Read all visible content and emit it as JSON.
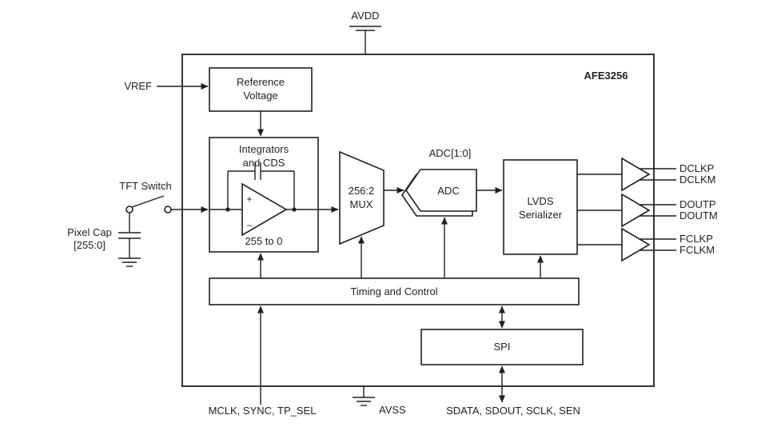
{
  "diagram": {
    "chip": {
      "name": "AFE3256"
    },
    "supplies": {
      "avdd": "AVDD",
      "avss": "AVSS"
    },
    "inputs": {
      "vref": "VREF",
      "tft_switch": "TFT Switch",
      "pixel_cap_line1": "Pixel Cap",
      "pixel_cap_line2": "[255:0]"
    },
    "blocks": {
      "reference": {
        "line1": "Reference",
        "line2": "Voltage"
      },
      "integrators": {
        "line1": "Integrators",
        "line2": "and CDS",
        "channels": "255 to 0",
        "opamp_plus": "+",
        "opamp_minus": "−"
      },
      "mux": {
        "line1": "256:2",
        "line2": "MUX"
      },
      "adc": {
        "label": "ADC",
        "bus": "ADC[1:0]"
      },
      "lvds": {
        "line1": "LVDS",
        "line2": "Serializer"
      },
      "timing": {
        "label": "Timing and Control"
      },
      "spi": {
        "label": "SPI"
      }
    },
    "outputs": [
      "DCLKP",
      "DCLKM",
      "DOUTP",
      "DOUTM",
      "FCLKP",
      "FCLKM"
    ],
    "bottom_pins": {
      "timing_pins": "MCLK, SYNC, TP_SEL",
      "spi_pins": "SDATA, SDOUT, SCLK, SEN"
    },
    "colors": {
      "line": "#1f1f1f",
      "background": "#ffffff"
    }
  }
}
